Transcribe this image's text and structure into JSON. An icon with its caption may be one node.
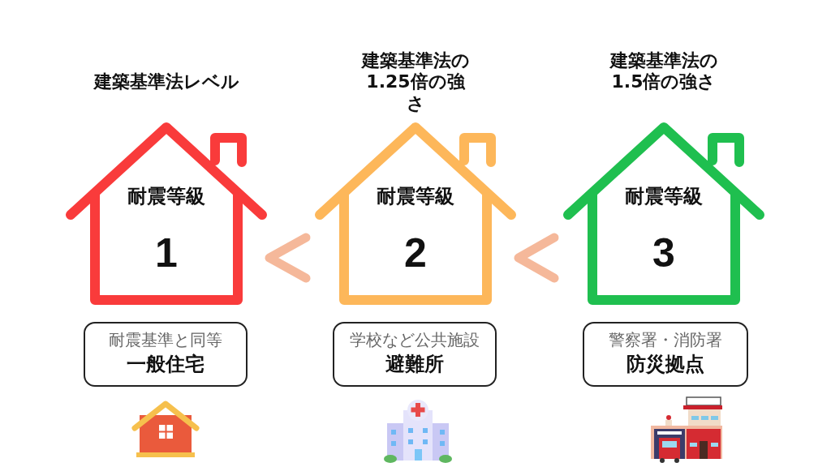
{
  "diagram": {
    "nodes": [
      {
        "text": [
          "建築基準法レベル",
          "耐震等級",
          "1"
        ]
      },
      {
        "text": [
          "建築基準法の1.25倍の強さ",
          "耐震等級",
          "2"
        ]
      },
      {
        "text": [
          "建築基準法の1.5倍の強さ",
          "耐震等級",
          "3"
        ]
      },
      {
        "text": [
          "耐震基準と同等",
          "一般住宅"
        ]
      },
      {
        "text": [
          "学校など公共施設",
          "避難所"
        ]
      },
      {
        "text": [
          "警察署・消防署",
          "防災拠点"
        ]
      }
    ],
    "edges": [
      {
        "from": 1,
        "to": 0,
        "arrow": "to"
      },
      {
        "from": 2,
        "to": 1,
        "arrow": "to"
      }
    ]
  }
}
